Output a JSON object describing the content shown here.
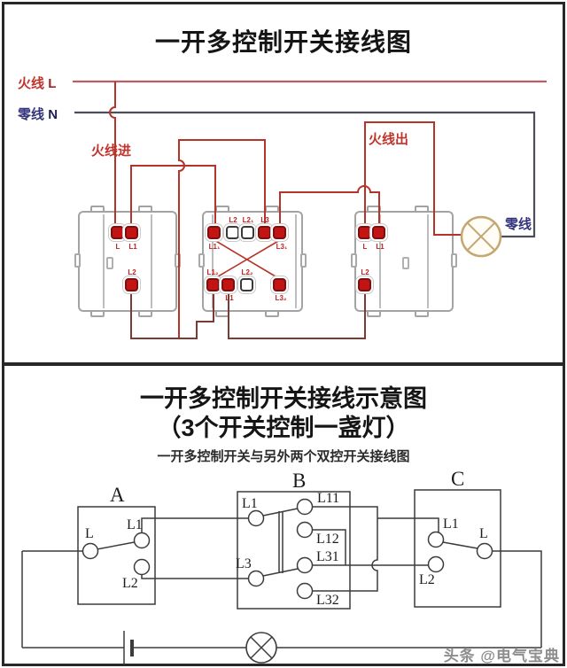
{
  "colors": {
    "live_wire": "#b5342a",
    "live_bus": "#b86060",
    "neutral_wire": "#4e4e58",
    "lower_wire": "#7c3c34",
    "terminal_red": "#c31414",
    "lamp_stroke_top": "#c3a874",
    "schematic_stroke": "#3c3c3c",
    "live_text": "#c0342b",
    "neutral_text": "#34347c"
  },
  "panel1": {
    "title": "一开多控制开关接线图",
    "live_label": "火线",
    "live_letter": "L",
    "neutral_label": "零线",
    "neutral_letter": "N",
    "live_in": "火线进",
    "live_out": "火线出",
    "lamp_neutral": "零线",
    "sw1": {
      "l": "L",
      "l1": "L1",
      "l2": "L2"
    },
    "sw2": {
      "l11": "L1₁",
      "l2": "L2",
      "l21": "L2₁",
      "l3": "L3",
      "l31": "L3₁",
      "l12": "L1₂",
      "l1": "L1",
      "l22": "L2₂",
      "l32": "L3₂"
    },
    "sw3": {
      "l": "L",
      "l1": "L1",
      "l2": "L2"
    }
  },
  "panel2": {
    "title_line1": "一开多控制开关接线示意图",
    "title_line2": "（3个开关控制一盏灯）",
    "subtitle": "一开多控制开关与另外两个双控开关接线图",
    "switch_a": {
      "name": "A",
      "l": "L",
      "l1": "L1",
      "l2": "L2"
    },
    "switch_b": {
      "name": "B",
      "l1": "L1",
      "l3": "L3",
      "l11": "L11",
      "l12": "L12",
      "l31": "L31",
      "l32": "L32"
    },
    "switch_c": {
      "name": "C",
      "l1": "L1",
      "l2": "L2",
      "l": "L"
    }
  },
  "watermark": "头条 @电气宝典"
}
